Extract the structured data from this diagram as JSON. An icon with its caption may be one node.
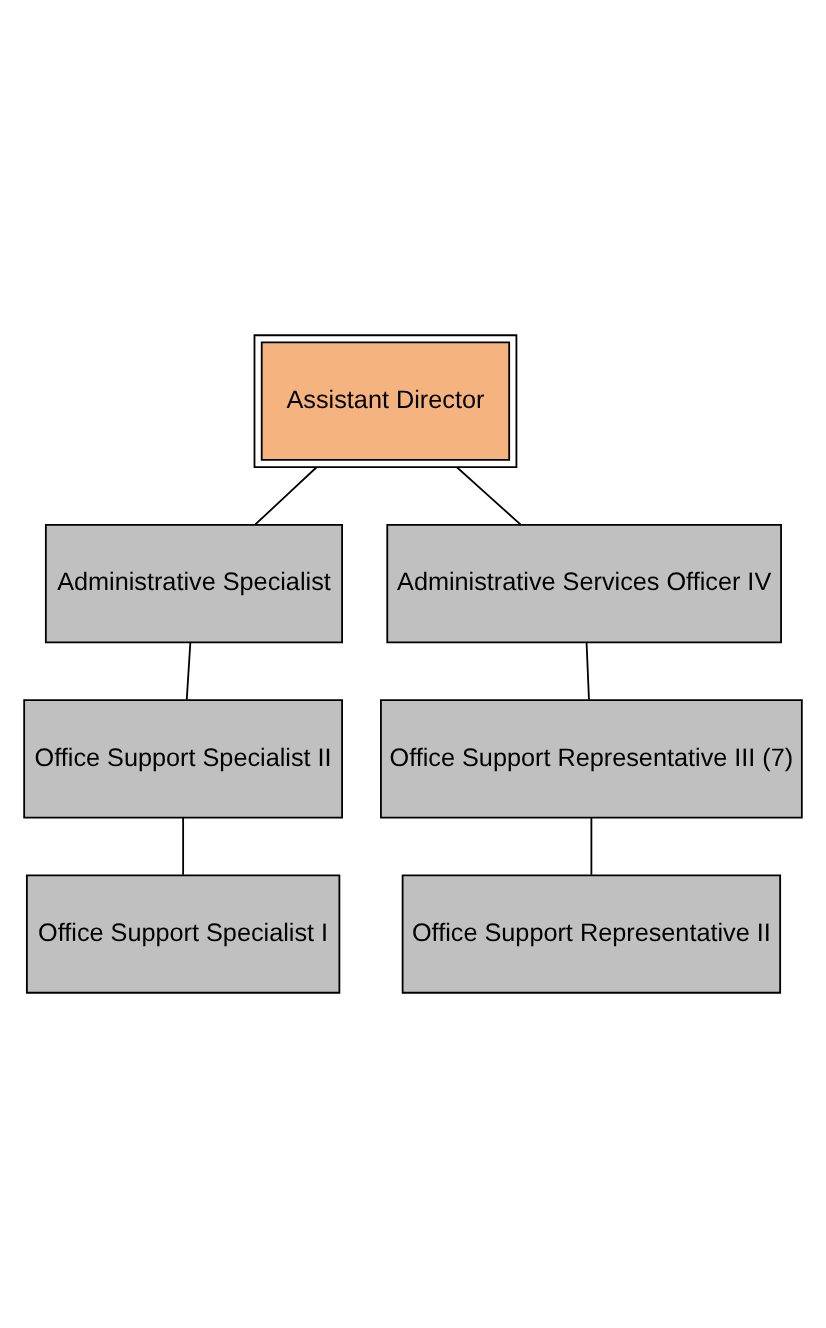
{
  "diagram": {
    "nodes": [
      {
        "text": [
          "Assistant Director"
        ]
      },
      {
        "text": [
          "Administrative Specialist"
        ]
      },
      {
        "text": [
          "Administrative Services Officer IV"
        ]
      },
      {
        "text": [
          "Office Support Specialist II"
        ]
      },
      {
        "text": [
          "Office Support Specialist I"
        ]
      },
      {
        "text": [
          "Office Support Representative III (7)"
        ]
      },
      {
        "text": [
          "Office Support Representative II"
        ]
      }
    ],
    "edges": [
      {
        "from": 0,
        "to": 1,
        "arrow": "none"
      },
      {
        "from": 0,
        "to": 2,
        "arrow": "none"
      },
      {
        "from": 1,
        "to": 3,
        "arrow": "none"
      },
      {
        "from": 3,
        "to": 4,
        "arrow": "none"
      },
      {
        "from": 2,
        "to": 5,
        "arrow": "none"
      },
      {
        "from": 5,
        "to": 6,
        "arrow": "none"
      }
    ]
  }
}
